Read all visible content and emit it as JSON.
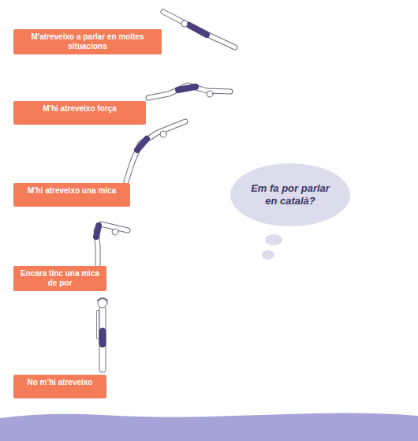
{
  "diagram": {
    "nodes": [
      {
        "text": [
          "M'atreveixo a parlar en moltes situacions"
        ]
      },
      {
        "text": [
          "M'hi atreveixo força"
        ]
      },
      {
        "text": [
          "M'hi atreveixo una mica"
        ]
      },
      {
        "text": [
          "Em fa por parlar en català?"
        ]
      },
      {
        "text": [
          "Encara tinc una mica de por"
        ]
      },
      {
        "text": [
          "No m'hi atreveixo"
        ]
      }
    ]
  }
}
